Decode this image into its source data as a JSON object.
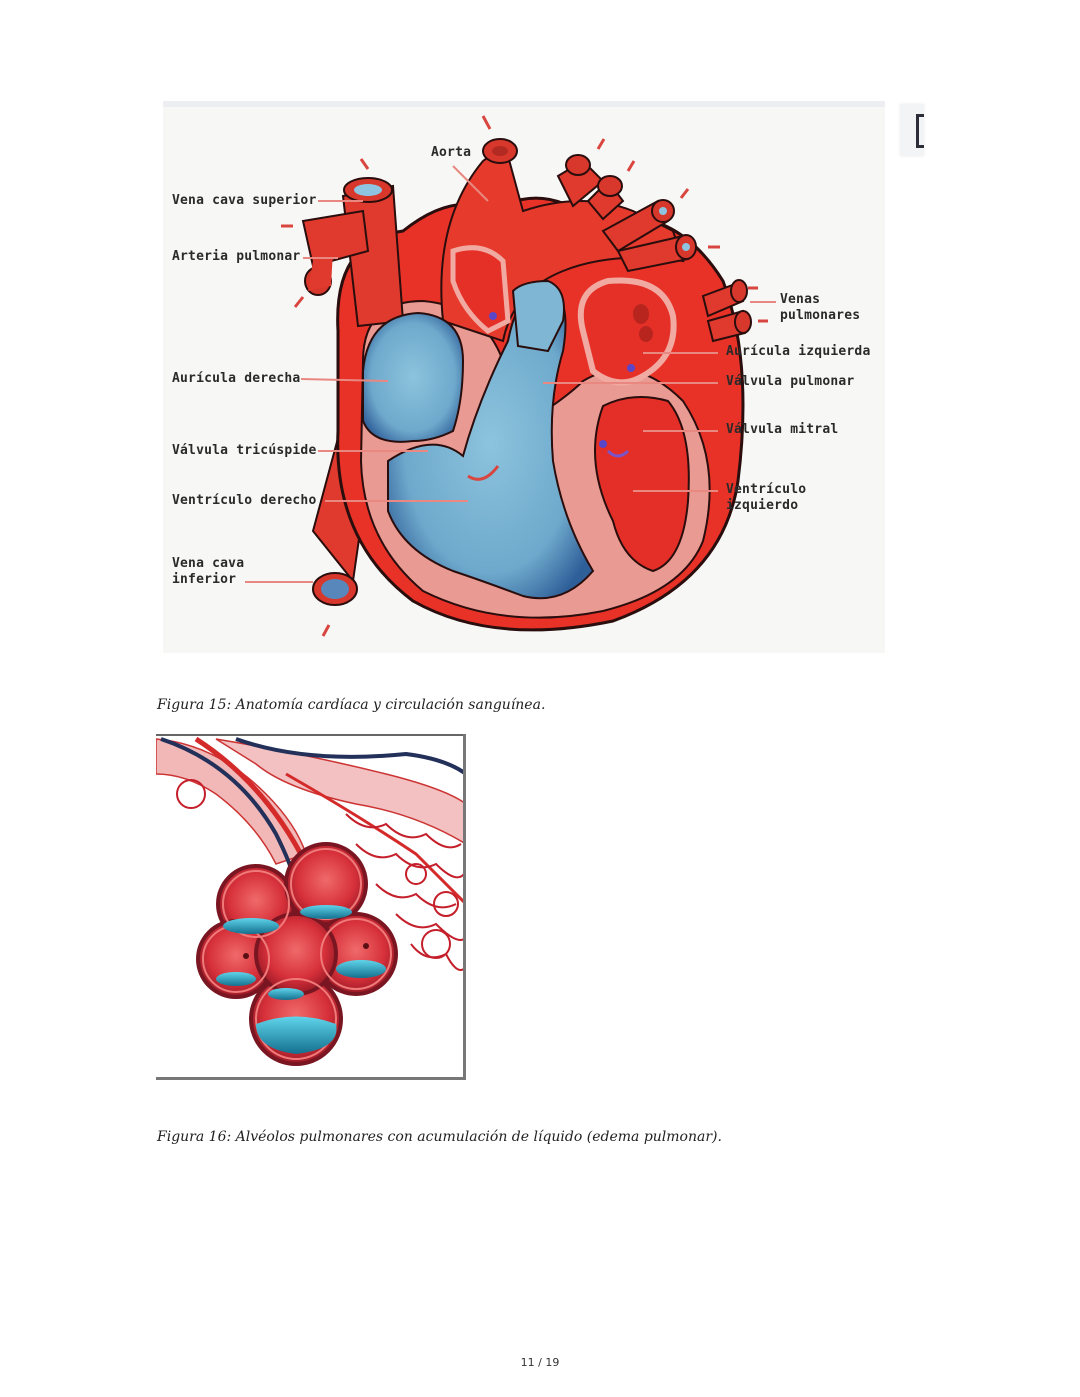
{
  "document": {
    "page_number": "11 / 19"
  },
  "figure15": {
    "caption": "Figura 15: Anatomía cardíaca y circulación sanguínea.",
    "image_alt": "Diagrama de anatomía del corazón",
    "labels": {
      "aorta": "Aorta",
      "vena_cava_superior": "Vena cava superior",
      "arteria_pulmonar": "Arteria pulmonar",
      "auricula_derecha": "Aurícula derecha",
      "valvula_tricuspide": "Válvula tricúspide",
      "ventriculo_derecho": "Ventrículo derecho",
      "vena_cava_inferior": "Vena cava\ninferior",
      "venas_pulmonares": "Venas\npulmonares",
      "auricula_izquierda": "Aurícula izquierda",
      "valvula_pulmonar": "Válvula pulmonar",
      "valvula_mitral": "Válvula mitral",
      "ventriculo_izquierdo": "Ventrículo\nizquierdo"
    },
    "colors": {
      "oxygenated": "#e8302a",
      "deoxygenated": "#7fb6d4",
      "muscle": "#e99a92",
      "outline": "#2a0d0d",
      "arrow": "#d9453f"
    }
  },
  "figure16": {
    "caption": "Figura 16: Alvéolos pulmonares con acumulación de líquido (edema pulmonar).",
    "image_alt": "Ilustración de alvéolos pulmonares con líquido",
    "colors": {
      "tissue": "#d6303a",
      "fluid": "#2aa6c2",
      "vein": "#22305a"
    }
  },
  "side_panel": {
    "icon": "bracket-icon"
  }
}
